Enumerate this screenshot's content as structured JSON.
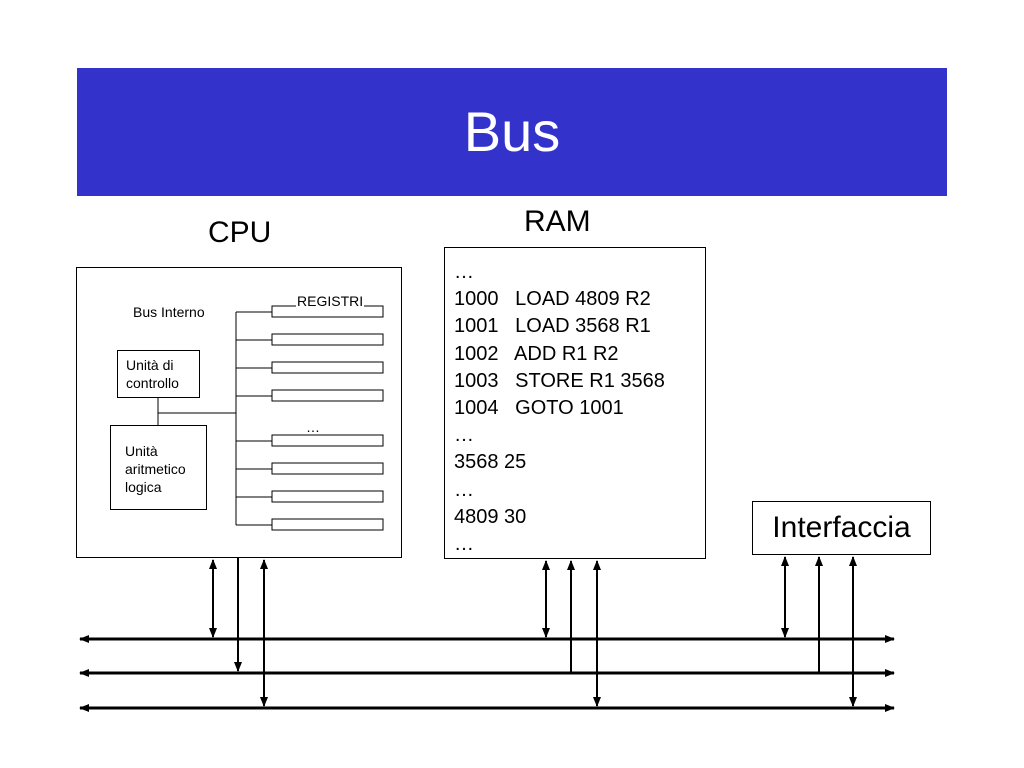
{
  "slide": {
    "title": "Bus"
  },
  "cpu": {
    "label": "CPU",
    "internal_bus_label": "Bus Interno",
    "registers_label": "REGISTRI",
    "registers_ellipsis": "…",
    "control_unit": [
      "Unità di",
      "controllo"
    ],
    "alu": [
      "Unità",
      "aritmetico",
      "logica"
    ]
  },
  "ram": {
    "label": "RAM",
    "lines": [
      "…",
      "1000   LOAD 4809 R2",
      "1001   LOAD 3568 R1",
      "1002   ADD R1 R2",
      "1003   STORE R1 3568",
      "1004   GOTO 1001",
      "…",
      "3568 25",
      "…",
      "4809 30",
      "…"
    ]
  },
  "interface": {
    "label": "Interfaccia"
  },
  "colors": {
    "title_bar": "#3333cc",
    "title_text": "#ffffff",
    "lines": "#000000"
  }
}
